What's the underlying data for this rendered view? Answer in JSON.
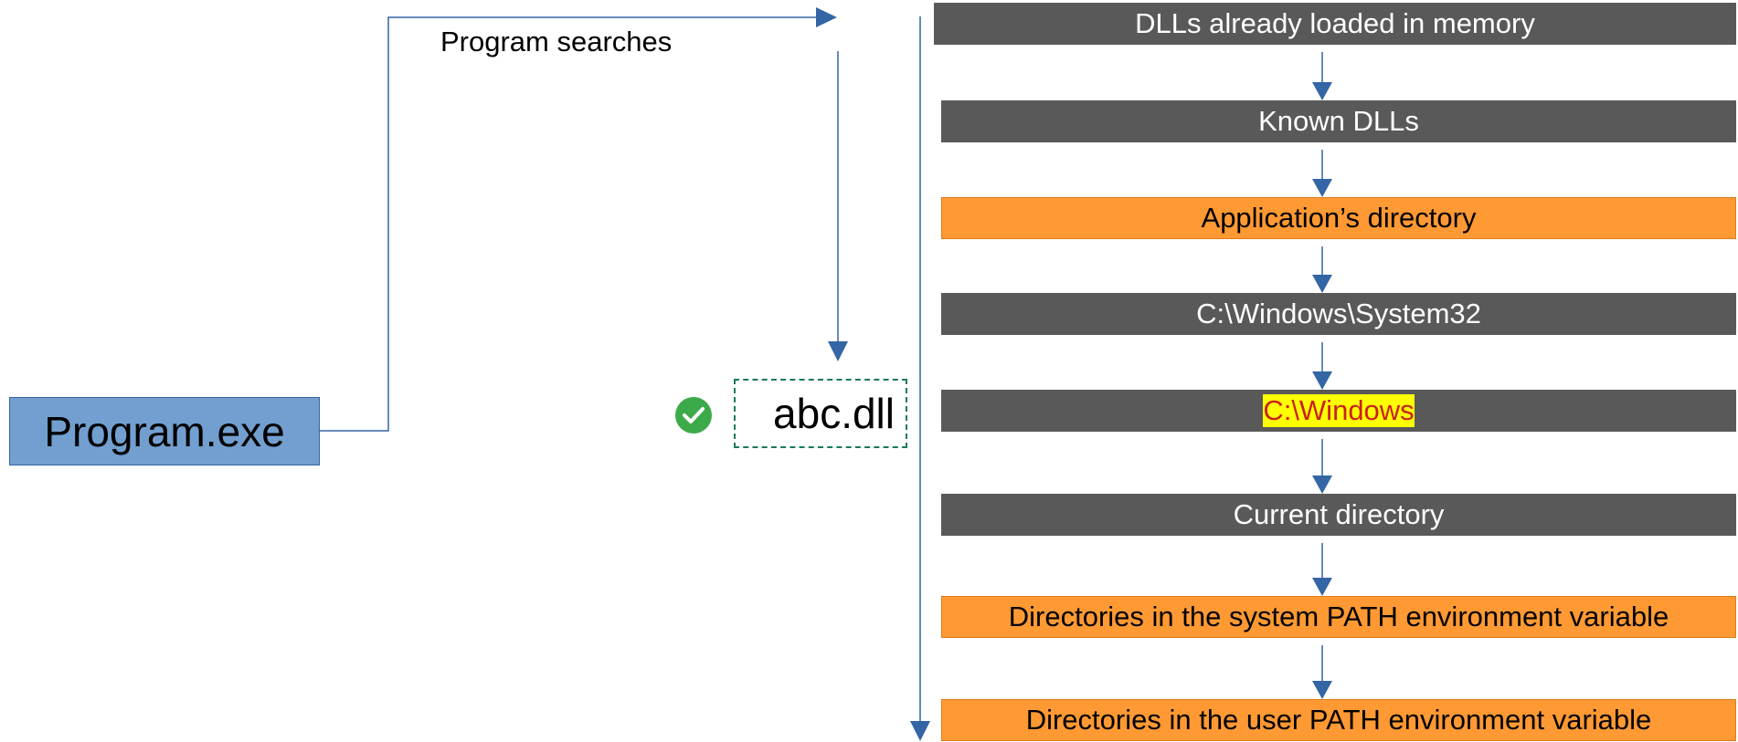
{
  "diagram": {
    "program": "Program.exe",
    "search_label": "Program searches",
    "dll": "abc.dll",
    "check_icon": "check-circle-icon",
    "colors": {
      "program_fill": "#729fcf",
      "connector": "#3465a4",
      "gray_box": "#595959",
      "orange_box": "#ff9933",
      "highlight": "#ffff00",
      "highlight_text": "#c9211e",
      "check": "#3daa4a",
      "dll_border": "#1b7a5a"
    },
    "search_order": [
      {
        "label": "DLLs already loaded in memory",
        "style": "gray"
      },
      {
        "label": "Known DLLs",
        "style": "gray"
      },
      {
        "label": "Application’s directory",
        "style": "orange"
      },
      {
        "label": "C:\\Windows\\System32",
        "style": "gray"
      },
      {
        "label": "C:\\Windows",
        "style": "gray",
        "highlighted": true
      },
      {
        "label": "Current directory",
        "style": "gray"
      },
      {
        "label": "Directories in the system PATH environment variable",
        "style": "orange"
      },
      {
        "label": "Directories in the user PATH environment variable",
        "style": "orange"
      }
    ]
  }
}
